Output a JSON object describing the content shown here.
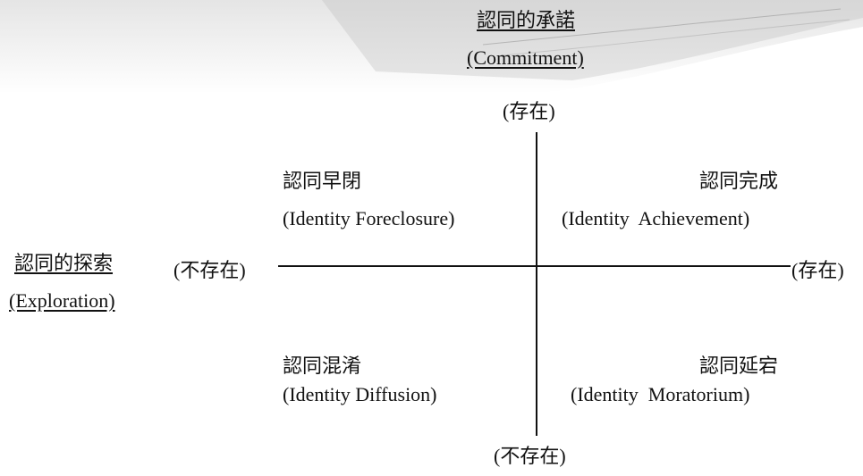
{
  "commitment": {
    "zh": "認同的承諾",
    "en": "(Commitment)"
  },
  "exploration": {
    "zh": "認同的探索",
    "en": "(Exploration)"
  },
  "vertical_axis": {
    "top": "(存在)",
    "bottom": "(不存在)"
  },
  "horizontal_axis": {
    "left": "(不存在)",
    "right": "(存在)"
  },
  "quadrants": {
    "foreclosure": {
      "zh": "認同早閉",
      "en": "(Identity Foreclosure)"
    },
    "achievement": {
      "zh": "認同完成",
      "en": "(Identity  Achievement)"
    },
    "diffusion": {
      "zh": "認同混淆",
      "en": "(Identity Diffusion)"
    },
    "moratorium": {
      "zh": "認同延宕",
      "en": "(Identity  Moratorium)"
    }
  }
}
